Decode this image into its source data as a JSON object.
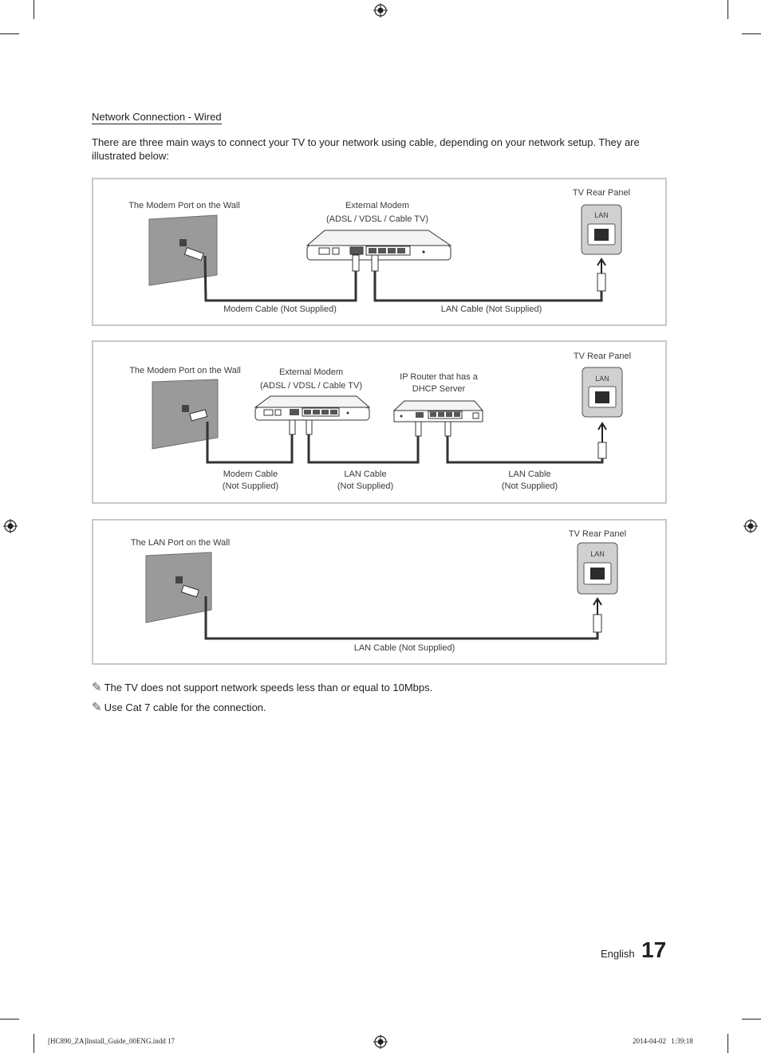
{
  "section_title": "Network Connection - Wired",
  "intro": "There are three main ways to connect your TV to your network using cable, depending on your network setup. They are illustrated below:",
  "diagram1": {
    "wall_label": "The Modem Port on the Wall",
    "modem_label_1": "External Modem",
    "modem_label_2": "(ADSL / VDSL / Cable TV)",
    "tv_label": "TV Rear Panel",
    "lan_port": "LAN",
    "modem_cable": "Modem Cable (Not Supplied)",
    "lan_cable": "LAN Cable (Not Supplied)"
  },
  "diagram2": {
    "wall_label": "The Modem Port on the Wall",
    "modem_label_1": "External Modem",
    "modem_label_2": "(ADSL / VDSL / Cable TV)",
    "router_label_1": "IP Router that has a",
    "router_label_2": "DHCP Server",
    "tv_label": "TV Rear Panel",
    "lan_port": "LAN",
    "modem_cable_1": "Modem Cable",
    "modem_cable_2": "(Not Supplied)",
    "lan_cable_a_1": "LAN Cable",
    "lan_cable_a_2": "(Not Supplied)",
    "lan_cable_b_1": "LAN Cable",
    "lan_cable_b_2": "(Not Supplied)"
  },
  "diagram3": {
    "wall_label": "The LAN Port on the Wall",
    "tv_label": "TV Rear Panel",
    "lan_port": "LAN",
    "lan_cable": "LAN Cable (Not Supplied)"
  },
  "notes": [
    "The TV does not support network speeds less than or equal to 10Mbps.",
    "Use Cat 7 cable for the connection."
  ],
  "footer": {
    "language": "English",
    "page_number": "17",
    "slug_left": "[HC890_ZA]Install_Guide_00ENG.indd   17",
    "slug_right": "2014-04-02     1:39:18"
  }
}
